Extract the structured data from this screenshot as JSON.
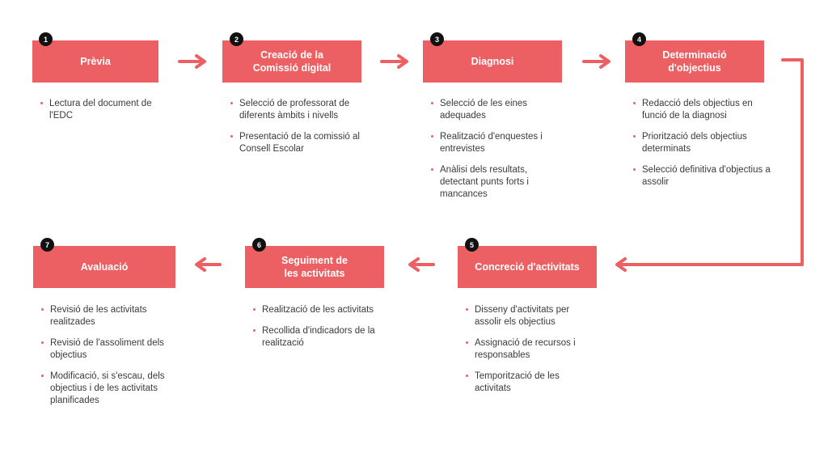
{
  "steps": [
    {
      "num": "1",
      "title": "Prèvia",
      "items": [
        "Lectura del document de l'EDC"
      ]
    },
    {
      "num": "2",
      "title": "Creació de la Comissió digital",
      "items": [
        "Selecció de professorat de diferents àmbits i nivells",
        "Presentació de la comissió al Consell Escolar"
      ]
    },
    {
      "num": "3",
      "title": "Diagnosi",
      "items": [
        "Selecció de les eines adequades",
        "Realització d'enquestes i entrevistes",
        "Anàlisi dels resultats, detectant punts forts i mancances"
      ]
    },
    {
      "num": "4",
      "title": "Determinació d'objectius",
      "items": [
        "Redacció dels objectius en funció de la diagnosi",
        "Priorització dels objectius determinats",
        "Selecció definitiva d'objectius a assolir"
      ]
    },
    {
      "num": "5",
      "title": "Concreció d'activitats",
      "items": [
        "Disseny d'activitats per assolir els objectius",
        "Assignació de recursos i responsables",
        "Temporització de les activitats"
      ]
    },
    {
      "num": "6",
      "title": "Seguiment de les activitats",
      "items": [
        "Realització de les activitats",
        "Recollida d'indicadors de la realització"
      ]
    },
    {
      "num": "7",
      "title": "Avaluació",
      "items": [
        "Revisió de les activitats realitzades",
        "Revisió de l'assoliment dels objectius",
        "Modificació, si s'escau, dels objectius i de les activitats planificades"
      ]
    }
  ],
  "colors": {
    "box": "#ec6064",
    "badge": "#111111",
    "text": "#3a3a3a"
  }
}
